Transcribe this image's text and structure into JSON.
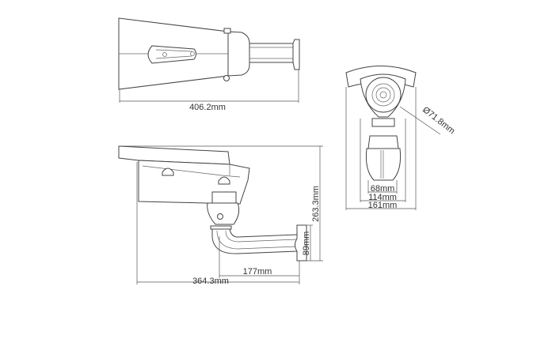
{
  "top_view": {
    "length_label": "406.2mm"
  },
  "side_view": {
    "height_label": "263.3mm",
    "plate_label": "89mm",
    "arm_label": "177mm",
    "depth_label": "364.3mm"
  },
  "front_view": {
    "lens_diameter_label": "Ø71.8mm",
    "inner_width_label": "68mm",
    "mid_width_label": "114mm",
    "outer_width_label": "161mm"
  }
}
